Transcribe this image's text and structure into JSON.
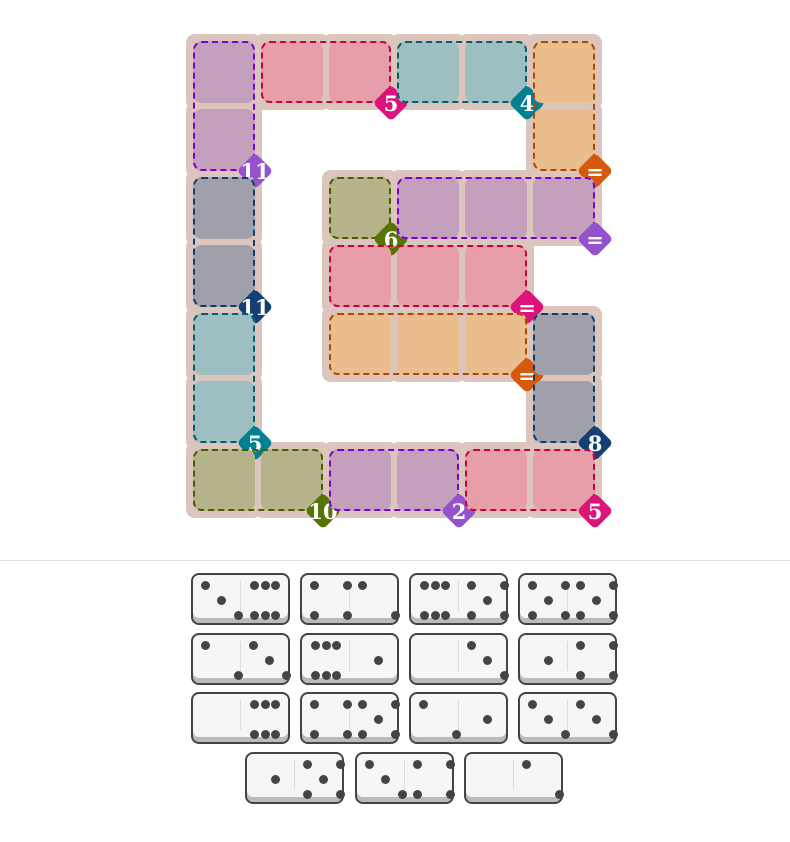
{
  "board": {
    "cells": [
      [
        0,
        0
      ],
      [
        0,
        1
      ],
      [
        0,
        2
      ],
      [
        0,
        3
      ],
      [
        0,
        4
      ],
      [
        0,
        5
      ],
      [
        1,
        0
      ],
      [
        1,
        5
      ],
      [
        2,
        0
      ],
      [
        2,
        2
      ],
      [
        2,
        3
      ],
      [
        2,
        4
      ],
      [
        2,
        5
      ],
      [
        3,
        0
      ],
      [
        3,
        2
      ],
      [
        3,
        3
      ],
      [
        3,
        4
      ],
      [
        4,
        0
      ],
      [
        4,
        2
      ],
      [
        4,
        3
      ],
      [
        4,
        4
      ],
      [
        4,
        5
      ],
      [
        5,
        0
      ],
      [
        5,
        5
      ],
      [
        6,
        0
      ],
      [
        6,
        1
      ],
      [
        6,
        2
      ],
      [
        6,
        3
      ],
      [
        6,
        4
      ],
      [
        6,
        5
      ]
    ],
    "regions": [
      {
        "label": "11",
        "color": "purple",
        "cells": [
          [
            0,
            0
          ],
          [
            1,
            0
          ]
        ]
      },
      {
        "label": "5",
        "color": "pink",
        "cells": [
          [
            0,
            1
          ],
          [
            0,
            2
          ]
        ]
      },
      {
        "label": "4",
        "color": "teal",
        "cells": [
          [
            0,
            3
          ],
          [
            0,
            4
          ]
        ]
      },
      {
        "label": "=",
        "color": "orange",
        "cells": [
          [
            0,
            5
          ],
          [
            1,
            5
          ]
        ]
      },
      {
        "label": "11",
        "color": "navy",
        "cells": [
          [
            2,
            0
          ],
          [
            3,
            0
          ]
        ]
      },
      {
        "label": "6",
        "color": "olive",
        "cells": [
          [
            2,
            2
          ]
        ]
      },
      {
        "label": "=",
        "color": "purple",
        "cells": [
          [
            2,
            3
          ],
          [
            2,
            4
          ],
          [
            2,
            5
          ]
        ]
      },
      {
        "label": "=",
        "color": "pink",
        "cells": [
          [
            3,
            2
          ],
          [
            3,
            3
          ],
          [
            3,
            4
          ]
        ]
      },
      {
        "label": "=",
        "color": "orange",
        "cells": [
          [
            4,
            2
          ],
          [
            4,
            3
          ],
          [
            4,
            4
          ]
        ]
      },
      {
        "label": "5",
        "color": "teal",
        "cells": [
          [
            4,
            0
          ],
          [
            5,
            0
          ]
        ]
      },
      {
        "label": "8",
        "color": "navy",
        "cells": [
          [
            4,
            5
          ],
          [
            5,
            5
          ]
        ]
      },
      {
        "label": "10",
        "color": "olive",
        "cells": [
          [
            6,
            0
          ],
          [
            6,
            1
          ]
        ]
      },
      {
        "label": "2",
        "color": "purple",
        "cells": [
          [
            6,
            2
          ],
          [
            6,
            3
          ]
        ]
      },
      {
        "label": "5",
        "color": "pink",
        "cells": [
          [
            6,
            4
          ],
          [
            6,
            5
          ]
        ]
      }
    ]
  },
  "colors": {
    "purple": {
      "fill": "#c4a0bc",
      "border": "#7b00d4",
      "badge": "#9452cc"
    },
    "pink": {
      "fill": "#e89dab",
      "border": "#c8003c",
      "badge": "#dc1479"
    },
    "teal": {
      "fill": "#9dbfc1",
      "border": "#005f6b",
      "badge": "#008090"
    },
    "orange": {
      "fill": "#e9bd8c",
      "border": "#b34700",
      "badge": "#d4590b"
    },
    "navy": {
      "fill": "#a0a0ab",
      "border": "#0e3e6e",
      "badge": "#133f75"
    },
    "olive": {
      "fill": "#b5b38a",
      "border": "#4a5e00",
      "badge": "#557400"
    }
  },
  "tray": {
    "dominoes": [
      [
        3,
        6
      ],
      [
        4,
        2
      ],
      [
        6,
        5
      ],
      [
        5,
        5
      ],
      [
        2,
        3
      ],
      [
        6,
        1
      ],
      [
        0,
        3
      ],
      [
        1,
        4
      ],
      [
        0,
        6
      ],
      [
        4,
        5
      ],
      [
        2,
        1
      ],
      [
        3,
        3
      ],
      [
        1,
        5
      ],
      [
        3,
        4
      ],
      [
        0,
        2
      ]
    ]
  }
}
